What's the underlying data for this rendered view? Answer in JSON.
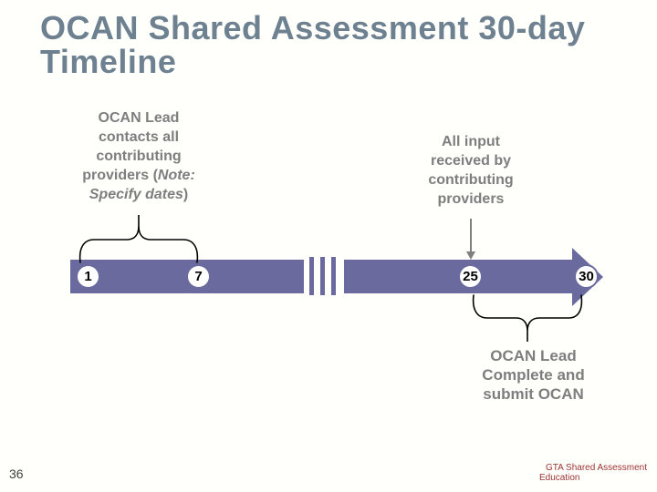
{
  "slide": {
    "title": "OCAN Shared Assessment 30-day Timeline",
    "page_number": "36",
    "footer": {
      "line1": "GTA Shared Assessment",
      "line2": "Education"
    }
  },
  "labels": {
    "top_left": {
      "lines": [
        "OCAN Lead",
        "contacts all",
        "contributing"
      ],
      "line4_regular": "providers (",
      "line4_italic": "Note:",
      "line5_italic": "Specify dates",
      "line5_regular": ")"
    },
    "top_right": {
      "lines": [
        "All input",
        "received by",
        "contributing",
        "providers"
      ]
    },
    "bottom": {
      "lines": [
        "OCAN Lead",
        "Complete and",
        "submit OCAN"
      ]
    }
  },
  "timeline": {
    "markers": [
      {
        "label": "1"
      },
      {
        "label": "7"
      },
      {
        "label": "25"
      },
      {
        "label": "30"
      }
    ]
  },
  "colors": {
    "title_text": "#6D8191",
    "body_text": "#7E7E7E",
    "bar": "#6A6A9E",
    "brace": "#000000",
    "down_arrow": "#7F7F7F",
    "footer_text": "#9B3333",
    "background": "#FFFFFB"
  }
}
